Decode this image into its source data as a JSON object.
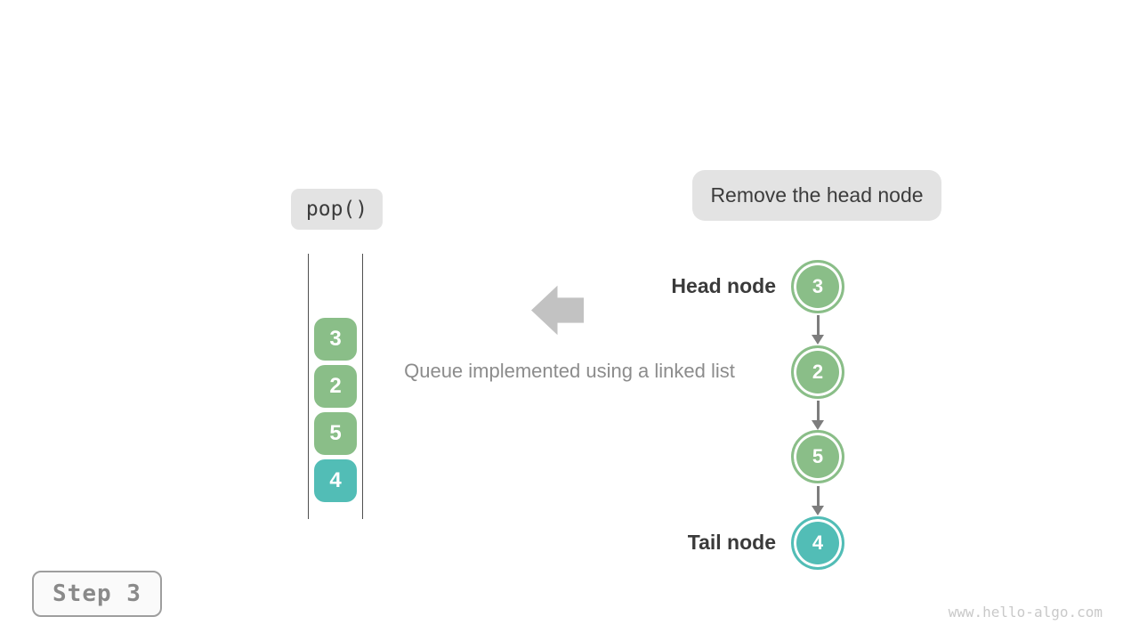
{
  "operation": {
    "label": "pop()"
  },
  "annotation": {
    "label": "Remove the head node"
  },
  "caption": {
    "text": "Queue implemented using a linked list"
  },
  "queue": {
    "items": [
      {
        "value": "3",
        "color": "#8abe88"
      },
      {
        "value": "2",
        "color": "#8abe88"
      },
      {
        "value": "5",
        "color": "#8abe88"
      },
      {
        "value": "4",
        "color": "#52bdb6"
      }
    ]
  },
  "linked_list": {
    "head_label": "Head node",
    "tail_label": "Tail node",
    "nodes": [
      {
        "value": "3",
        "color": "#8abe88"
      },
      {
        "value": "2",
        "color": "#8abe88"
      },
      {
        "value": "5",
        "color": "#8abe88"
      },
      {
        "value": "4",
        "color": "#52bdb6"
      }
    ]
  },
  "step_badge": {
    "label": "Step 3"
  },
  "footer": {
    "watermark": "www.hello-algo.com"
  },
  "colors": {
    "green": "#8abe88",
    "teal": "#52bdb6",
    "pill_gray": "#e3e3e3",
    "big_arrow_gray": "#c2c2c2",
    "link_arrow_gray": "#7d7d7d"
  }
}
